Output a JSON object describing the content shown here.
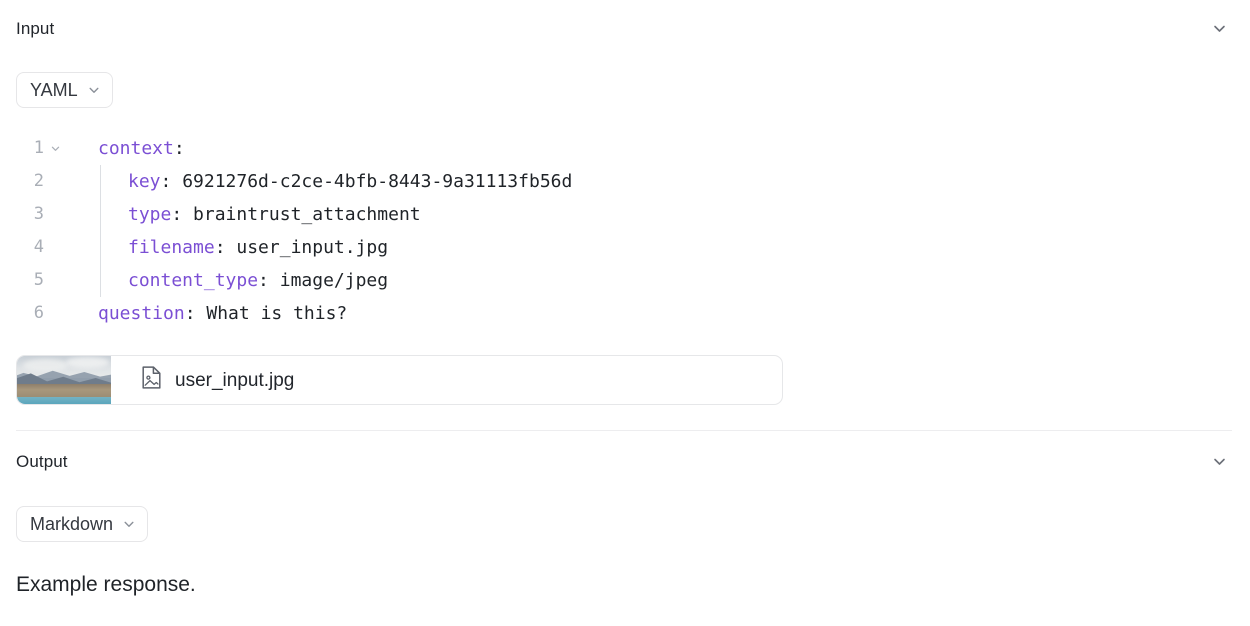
{
  "input_section": {
    "title": "Input",
    "collapse_icon": "chevron-down-icon",
    "format": {
      "label": "YAML",
      "chevron_icon": "chevron-down-icon"
    },
    "code": {
      "language": "yaml",
      "lines": [
        {
          "number": "1",
          "foldable": true,
          "indent": 0,
          "key": "context",
          "colon": ":",
          "value": ""
        },
        {
          "number": "2",
          "foldable": false,
          "indent": 1,
          "key": "key",
          "colon": ":",
          "value": " 6921276d-c2ce-4bfb-8443-9a31113fb56d"
        },
        {
          "number": "3",
          "foldable": false,
          "indent": 1,
          "key": "type",
          "colon": ":",
          "value": " braintrust_attachment"
        },
        {
          "number": "4",
          "foldable": false,
          "indent": 1,
          "key": "filename",
          "colon": ":",
          "value": " user_input.jpg"
        },
        {
          "number": "5",
          "foldable": false,
          "indent": 1,
          "key": "content_type",
          "colon": ":",
          "value": " image/jpeg"
        },
        {
          "number": "6",
          "foldable": false,
          "indent": 0,
          "key": "question",
          "colon": ":",
          "value": " What is this?"
        }
      ]
    },
    "attachment": {
      "filename": "user_input.jpg",
      "file_icon": "file-image-icon",
      "thumbnail_alt": "mountain-lake-landscape-thumbnail"
    }
  },
  "output_section": {
    "title": "Output",
    "collapse_icon": "chevron-down-icon",
    "format": {
      "label": "Markdown",
      "chevron_icon": "chevron-down-icon"
    },
    "body_text": "Example response."
  },
  "colors": {
    "yaml_key": "#7b4fd4",
    "text": "#1f2328",
    "muted": "#a9aeb6",
    "border": "#e6e7e9",
    "divider": "#ededef"
  }
}
